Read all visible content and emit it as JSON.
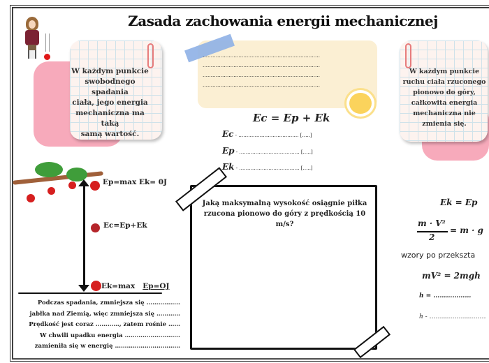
{
  "title": "Zasada zachowania energii mechanicznej",
  "left_note": {
    "lines": [
      "W każdym punkcie",
      "swobodnego spadania",
      "ciała, jego energia",
      "mechaniczna ma taką",
      "samą wartość."
    ]
  },
  "right_note": {
    "lines": [
      "W każdym punkcie",
      "ruchu ciała rzuconego",
      "pionowo do góry,",
      "całkowita energia",
      "mechaniczna nie",
      "zmienia się."
    ]
  },
  "blank_lines": [
    "………………………………………………………………",
    "………………………………………………………………",
    "………………………………………………………………",
    "………………………………………………………………"
  ],
  "main_formula": "Ec = Ep + Ek",
  "definitions": [
    {
      "symbol": "Ec",
      "text": " - ………………………………. […..]"
    },
    {
      "symbol": "Ep",
      "text": " - ………………………………. […..]"
    },
    {
      "symbol": "Ek",
      "text": " - ………………………………. […..]"
    }
  ],
  "diagram": {
    "top_label": "Ep=max  Ek= 0J",
    "middle_label": "Ec=Ep+Ek",
    "bottom_label_1": "Ek=max",
    "bottom_label_2": "Ep=OJ"
  },
  "fill_in": [
    "Podczas spadania, zmniejsza się ……………..",
    "jabłka nad Ziemią, więc zmniejsza się …………",
    "Prędkość jest coraz …………, zatem rośnie ……",
    "W chwili upadku energia ……………………….",
    "zamieniła się w energię ……………………………"
  ],
  "question": "Jaką maksymalną wysokość  osiągnie piłka rzucona pionowo do góry z prędkością 10 m/s?",
  "derivation": {
    "eq1": "Ek = Ep",
    "frac_num": "m · V²",
    "frac_den": "2",
    "frac_rhs": "= m · g",
    "label": "wzory po przekszta",
    "eq3": "mV² = 2mgh",
    "h_eq": "h = ………………",
    "h_def": "h - ………………………"
  },
  "colors": {
    "pink": "#f7aabb",
    "yellow": "#fbefd3",
    "tape": "#8eb0e6",
    "sun": "#fbd35c",
    "apple": "#d61f1f"
  }
}
